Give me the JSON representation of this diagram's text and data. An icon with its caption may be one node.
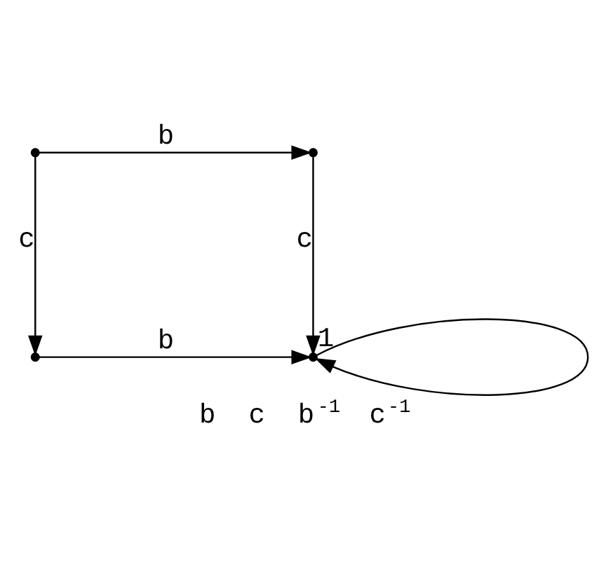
{
  "diagram": {
    "caption": "b c b$^{-1}$ c$^{-1}$",
    "nodes": [
      {
        "text": [],
        "shape": "point"
      },
      {
        "text": [],
        "shape": "point"
      },
      {
        "text": [],
        "shape": "point"
      },
      {
        "text": [],
        "shape": "point"
      }
    ],
    "edges": [
      {
        "from": 0,
        "to": 1,
        "arrow": "to",
        "label": "b"
      },
      {
        "from": 0,
        "to": 2,
        "arrow": "to",
        "label": "c"
      },
      {
        "from": 1,
        "to": 3,
        "arrow": "to",
        "label": "c"
      },
      {
        "from": 2,
        "to": 3,
        "arrow": "to",
        "label": "b"
      },
      {
        "from": 3,
        "to": 3,
        "arrow": "to",
        "label": "1"
      }
    ]
  }
}
